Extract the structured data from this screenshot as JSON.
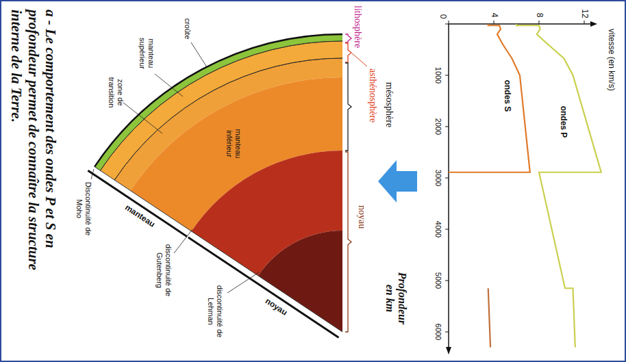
{
  "diagram": {
    "caption": "a - Le comportement des ondes P et S en profondeur permet de connaître la structure interne de la Terre.",
    "labels": [
      "vitesse (en km/s)",
      "0",
      "4",
      "8",
      "12",
      "ondes P",
      "ondes S",
      "1000",
      "2000",
      "3000",
      "4000",
      "5000",
      "6000",
      "Profondeur en km",
      "lithosphère",
      "asthénosphère",
      "mésosphère",
      "noyau",
      "croûte",
      "manteau supérieur",
      "zone de transition",
      "manteau inférieur",
      "discontinuité de Gutenberg",
      "discontinuité de Lehman",
      "Discontinuité de Moho",
      "manteau",
      "noyau"
    ]
  }
}
